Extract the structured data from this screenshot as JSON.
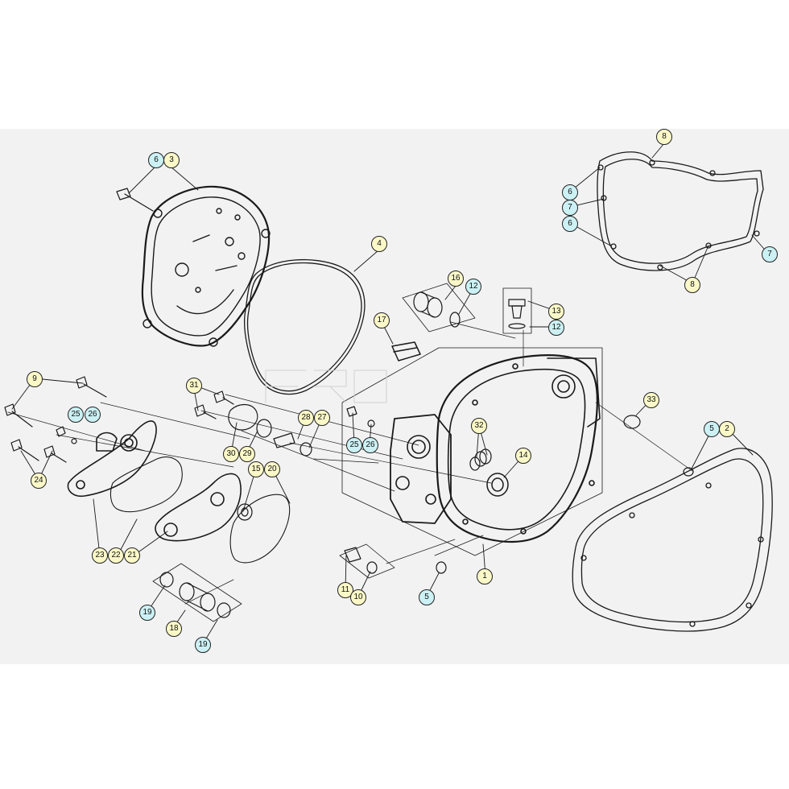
{
  "callouts": [
    {
      "id": "c1",
      "text": "6",
      "color": "cyan"
    },
    {
      "id": "c2",
      "text": "3",
      "color": "yellow"
    },
    {
      "id": "c3",
      "text": "4",
      "color": "yellow"
    },
    {
      "id": "c4",
      "text": "8",
      "color": "yellow"
    },
    {
      "id": "c5",
      "text": "6",
      "color": "cyan"
    },
    {
      "id": "c6",
      "text": "7",
      "color": "cyan"
    },
    {
      "id": "c7",
      "text": "6",
      "color": "cyan"
    },
    {
      "id": "c8",
      "text": "7",
      "color": "cyan"
    },
    {
      "id": "c9",
      "text": "8",
      "color": "yellow"
    },
    {
      "id": "c10",
      "text": "16",
      "color": "yellow"
    },
    {
      "id": "c11",
      "text": "12",
      "color": "cyan"
    },
    {
      "id": "c12",
      "text": "13",
      "color": "yellow"
    },
    {
      "id": "c13",
      "text": "12",
      "color": "cyan"
    },
    {
      "id": "c14",
      "text": "17",
      "color": "yellow"
    },
    {
      "id": "c15",
      "text": "33",
      "color": "yellow"
    },
    {
      "id": "c16",
      "text": "5",
      "color": "cyan"
    },
    {
      "id": "c17",
      "text": "2",
      "color": "yellow"
    },
    {
      "id": "c18",
      "text": "9",
      "color": "yellow"
    },
    {
      "id": "c19",
      "text": "31",
      "color": "yellow"
    },
    {
      "id": "c20",
      "text": "25",
      "color": "cyan"
    },
    {
      "id": "c21",
      "text": "26",
      "color": "cyan"
    },
    {
      "id": "c22",
      "text": "28",
      "color": "yellow"
    },
    {
      "id": "c23",
      "text": "27",
      "color": "yellow"
    },
    {
      "id": "c24",
      "text": "25",
      "color": "cyan"
    },
    {
      "id": "c25",
      "text": "26",
      "color": "cyan"
    },
    {
      "id": "c26",
      "text": "32",
      "color": "yellow"
    },
    {
      "id": "c27",
      "text": "14",
      "color": "yellow"
    },
    {
      "id": "c28",
      "text": "30",
      "color": "yellow"
    },
    {
      "id": "c29",
      "text": "29",
      "color": "yellow"
    },
    {
      "id": "c30",
      "text": "15",
      "color": "yellow"
    },
    {
      "id": "c31",
      "text": "20",
      "color": "yellow"
    },
    {
      "id": "c32",
      "text": "24",
      "color": "yellow"
    },
    {
      "id": "c33",
      "text": "23",
      "color": "yellow"
    },
    {
      "id": "c34",
      "text": "22",
      "color": "yellow"
    },
    {
      "id": "c35",
      "text": "21",
      "color": "yellow"
    },
    {
      "id": "c36",
      "text": "1",
      "color": "yellow"
    },
    {
      "id": "c37",
      "text": "11",
      "color": "yellow"
    },
    {
      "id": "c38",
      "text": "10",
      "color": "yellow"
    },
    {
      "id": "c39",
      "text": "5",
      "color": "cyan"
    },
    {
      "id": "c40",
      "text": "19",
      "color": "cyan"
    },
    {
      "id": "c41",
      "text": "18",
      "color": "yellow"
    },
    {
      "id": "c42",
      "text": "19",
      "color": "cyan"
    }
  ],
  "colors": {
    "panel_bg": "#f2f2f2",
    "callout_yellow": "#fbf8c8",
    "callout_cyan": "#ccf1f4",
    "line": "#1a1a1a"
  }
}
